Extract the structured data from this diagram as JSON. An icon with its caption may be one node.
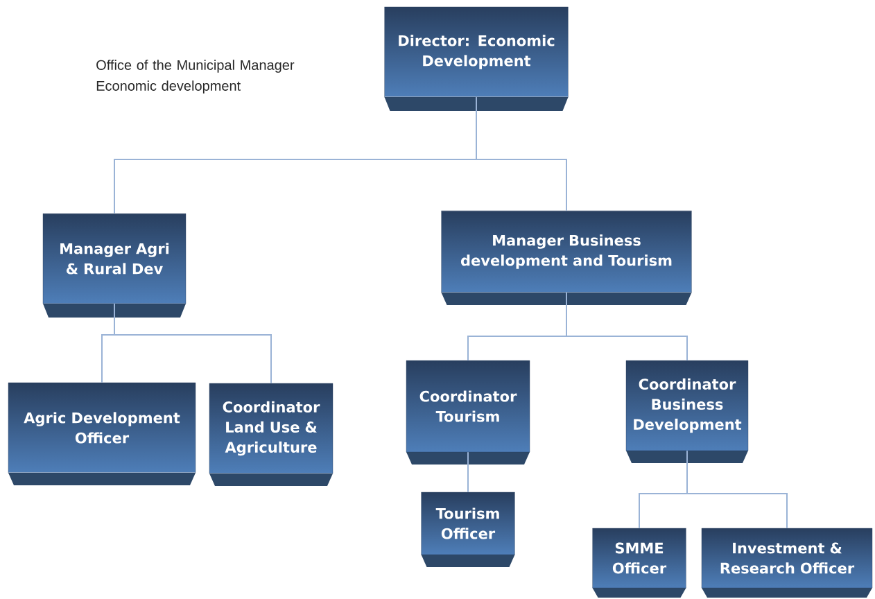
{
  "diagram": {
    "nodes": [
      {
        "text": [
          "Director: Economic Development"
        ]
      },
      {
        "text": [
          "Manager Agri & Rural Dev"
        ]
      },
      {
        "text": [
          "Manager Business development and Tourism"
        ]
      },
      {
        "text": [
          "Agric Development Officer"
        ]
      },
      {
        "text": [
          "Coordinator Land Use & Agriculture"
        ]
      },
      {
        "text": [
          "Coordinator Tourism"
        ]
      },
      {
        "text": [
          "Coordinator Business Development"
        ]
      },
      {
        "text": [
          "Tourism Officer"
        ]
      },
      {
        "text": [
          "SMME Officer"
        ]
      },
      {
        "text": [
          "Investment & Research Officer"
        ]
      }
    ],
    "edges": [
      {
        "from": 0,
        "to": 1,
        "arrow": "none"
      },
      {
        "from": 0,
        "to": 2,
        "arrow": "none"
      },
      {
        "from": 1,
        "to": 3,
        "arrow": "none"
      },
      {
        "from": 1,
        "to": 4,
        "arrow": "none"
      },
      {
        "from": 2,
        "to": 5,
        "arrow": "none"
      },
      {
        "from": 2,
        "to": 6,
        "arrow": "none"
      },
      {
        "from": 5,
        "to": 7,
        "arrow": "none"
      },
      {
        "from": 6,
        "to": 8,
        "arrow": "none"
      },
      {
        "from": 6,
        "to": 9,
        "arrow": "none"
      }
    ],
    "labels": [
      "Office of the Municipal Manager Economic development"
    ]
  }
}
